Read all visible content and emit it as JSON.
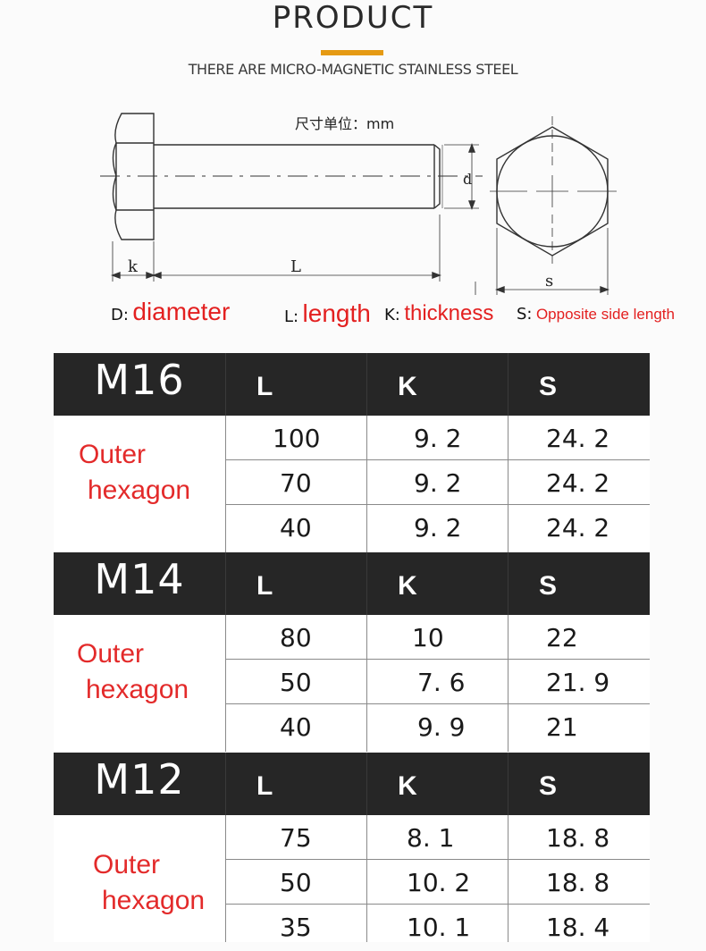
{
  "header": {
    "title": "PRODUCT",
    "subtitle": "THERE ARE MICRO-MAGNETIC STAINLESS STEEL",
    "accent_color": "#e59a13"
  },
  "drawing": {
    "unit_note": "尺寸单位：mm",
    "dim_d": "d",
    "dim_k": "k",
    "dim_L": "L",
    "dim_s": "s"
  },
  "legend": [
    {
      "key": "D:",
      "value": "diameter"
    },
    {
      "key": "L:",
      "value": "length"
    },
    {
      "key": "K:",
      "value": "thickness"
    },
    {
      "key": "S:",
      "value": "Opposite side length"
    }
  ],
  "tables": [
    {
      "size": "M16",
      "columns": [
        "L",
        "K",
        "S"
      ],
      "label_line1": "Outer",
      "label_line2": "hexagon",
      "rows": [
        [
          "100",
          "9. 2",
          "24. 2"
        ],
        [
          "70",
          "9. 2",
          "24. 2"
        ],
        [
          "40",
          "9. 2",
          "24. 2"
        ]
      ]
    },
    {
      "size": "M14",
      "columns": [
        "L",
        "K",
        "S"
      ],
      "label_line1": "Outer",
      "label_line2": "hexagon",
      "rows": [
        [
          "80",
          "10",
          "22"
        ],
        [
          "50",
          "7. 6",
          "21. 9"
        ],
        [
          "40",
          "9. 9",
          "21"
        ]
      ]
    },
    {
      "size": "M12",
      "columns": [
        "L",
        "K",
        "S"
      ],
      "label_line1": "Outer",
      "label_line2": "hexagon",
      "rows": [
        [
          "75",
          "8. 1",
          "18. 8"
        ],
        [
          "50",
          "10. 2",
          "18. 8"
        ],
        [
          "35",
          "10. 1",
          "18. 4"
        ]
      ]
    }
  ]
}
